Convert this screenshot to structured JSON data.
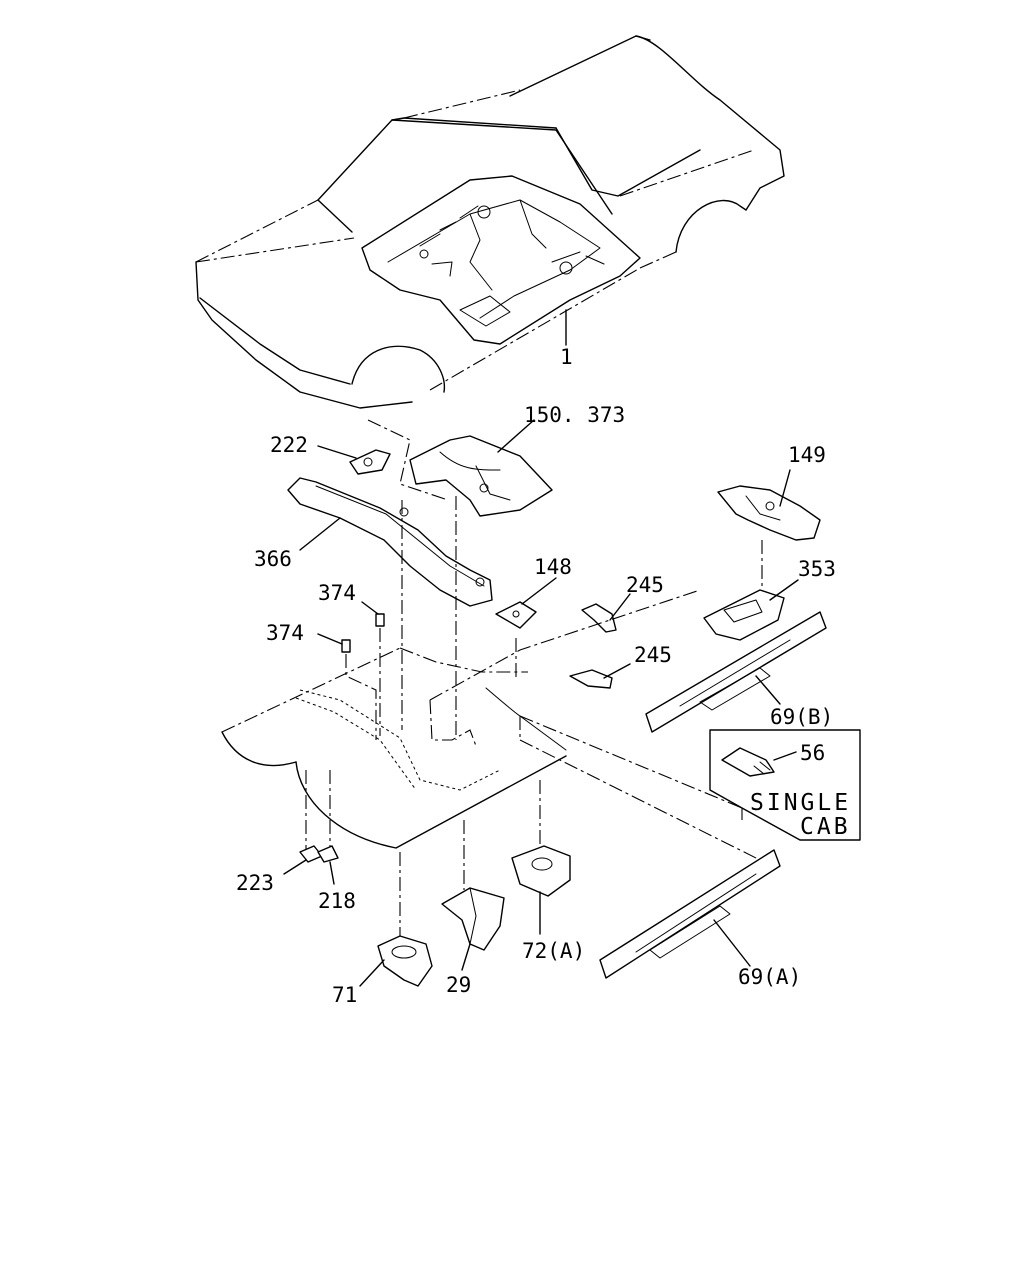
{
  "callouts": {
    "c1": "1",
    "c150_373": "150. 373",
    "c222": "222",
    "c149": "149",
    "c366": "366",
    "c148": "148",
    "c245a": "245",
    "c353": "353",
    "c374a": "374",
    "c374b": "374",
    "c245b": "245",
    "c69b": "69(B)",
    "c56": "56",
    "c223": "223",
    "c218": "218",
    "c72a": "72(A)",
    "c69a": "69(A)",
    "c71": "71",
    "c29": "29"
  },
  "variant_box": {
    "line1": "SINGLE",
    "line2": "CAB"
  }
}
